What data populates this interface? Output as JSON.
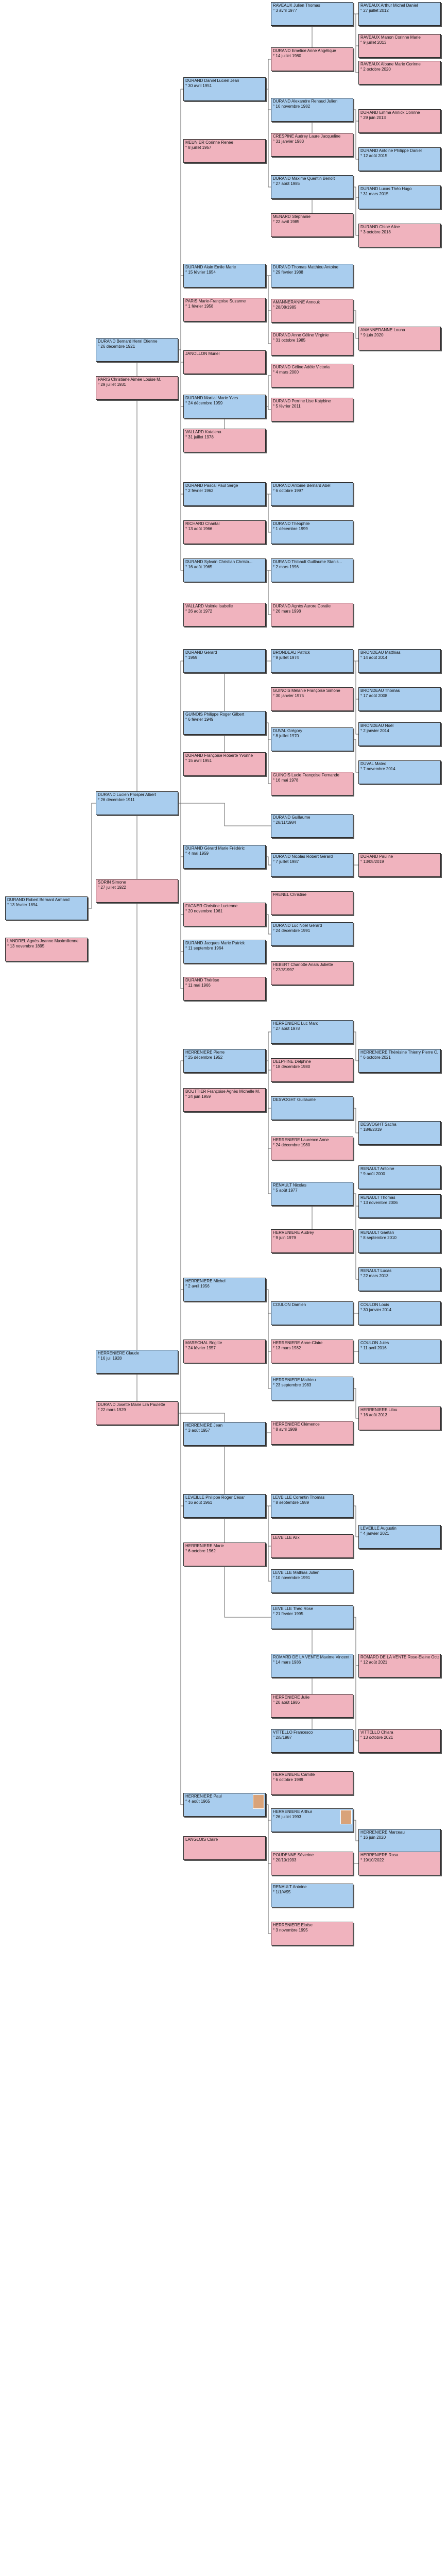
{
  "people": [
    {
      "name": "RAVEAUX Julien Thomas",
      "date": "° 3 avril 1977",
      "sex": "m"
    },
    {
      "name": "RAVEAUX Arthur Michel Daniel",
      "date": "° 27 juillet 2012",
      "sex": "m"
    },
    {
      "name": "DURAND Emelice Anne Angélique",
      "date": "° 14 juillet 1980",
      "sex": "f"
    },
    {
      "name": "RAVEAUX Manon Corinne Marie",
      "date": "° 9 juillet 2013",
      "sex": "f"
    },
    {
      "name": "RAVEAUX Albane Marie Corinne",
      "date": "° 2 octobre 2020",
      "sex": "f"
    },
    {
      "name": "DURAND Daniel Lucien Jean",
      "date": "° 30 avril 1951",
      "sex": "m"
    },
    {
      "name": "DURAND Alexandre Renaud Julien",
      "date": "° 16 novembre 1982",
      "sex": "m"
    },
    {
      "name": "DURAND Emma Annick Corinne",
      "date": "° 29 juin 2013",
      "sex": "f"
    },
    {
      "name": "CRESPINE Audrey Laure Jacqueline",
      "date": "° 31 janvier 1983",
      "sex": "f"
    },
    {
      "name": "DURAND Antoine Philippe Daniel",
      "date": "° 12 août 2015",
      "sex": "m"
    },
    {
      "name": "MEUNIER Corinne Renée",
      "date": "° 8 juillet 1957",
      "sex": "f"
    },
    {
      "name": "DURAND Maxime Quentin Benoît",
      "date": "° 27 août 1985",
      "sex": "m"
    },
    {
      "name": "DURAND Lucas Théo Hugo",
      "date": "° 31 mars 2015",
      "sex": "m"
    },
    {
      "name": "MENARD Stéphanie",
      "date": "° 22 avril 1985",
      "sex": "f"
    },
    {
      "name": "DURAND Chloé Alice",
      "date": "° 3 octobre 2018",
      "sex": "f"
    },
    {
      "name": "DURAND Alain Emile Marie",
      "date": "° 15 février 1954",
      "sex": "m"
    },
    {
      "name": "DURAND Thomas Matthieu Antoine",
      "date": "° 29 février 1988",
      "sex": "m"
    },
    {
      "name": "PARIS Marie-Françoise Suzanne",
      "date": "° 1 février 1958",
      "sex": "f"
    },
    {
      "name": "DURAND Bernard Henri Etienne",
      "date": "° 26 décembre 1921",
      "sex": "m"
    },
    {
      "name": "AMANNERANNE Annouk",
      "date": "° 28/08/1985",
      "sex": "f"
    },
    {
      "name": "AMANNERANNE Louna",
      "date": "° 9 juin 2020",
      "sex": "f"
    },
    {
      "name": "DURAND Anne Céline Virginie",
      "date": "° 31 octobre 1985",
      "sex": "f"
    },
    {
      "name": "JANOLLON Muriel",
      "date": "",
      "sex": "f"
    },
    {
      "name": "DURAND Céline Adèle Victoria",
      "date": "° 4 mars 2000",
      "sex": "f"
    },
    {
      "name": "PARIS Christiane Aimée Louise M.",
      "date": "° 29 juillet 1931",
      "sex": "f"
    },
    {
      "name": "DURAND Martial Marie Yves",
      "date": "° 24 décembre 1959",
      "sex": "m"
    },
    {
      "name": "DURAND Perrine Lise Katybine",
      "date": "° 5 février 2011",
      "sex": "f"
    },
    {
      "name": "VALLARD Katalena",
      "date": "° 31 juillet 1978",
      "sex": "f"
    },
    {
      "name": "DURAND Pascal Paul Serge",
      "date": "° 2 février 1962",
      "sex": "m"
    },
    {
      "name": "DURAND Antoine Bernard Abel",
      "date": "° 6 octobre 1997",
      "sex": "m"
    },
    {
      "name": "RICHARD Chantal",
      "date": "° 13 août 1966",
      "sex": "f"
    },
    {
      "name": "DURAND Théophile",
      "date": "° 1 décembre 1999",
      "sex": "m"
    },
    {
      "name": "DURAND Sylvain Christian Christo...",
      "date": "° 16 août 1965",
      "sex": "m"
    },
    {
      "name": "DURAND Thibault Guillaume Stanis...",
      "date": "° 2 mars 1996",
      "sex": "m"
    },
    {
      "name": "VALLARD Valérie Isabelle",
      "date": "° 26 août 1972",
      "sex": "f"
    },
    {
      "name": "DURAND Agnès Aurore Coralie",
      "date": "° 26 mars 1998",
      "sex": "f"
    },
    {
      "name": "DURAND Gérard",
      "date": "° 1959",
      "sex": "m"
    },
    {
      "name": "BRONDEAU Patrick",
      "date": "° 9 juillet 1974",
      "sex": "m"
    },
    {
      "name": "BRONDEAU Matthias",
      "date": "° 14 août 2014",
      "sex": "m"
    },
    {
      "name": "GUINOIS Mélanie Françoise Simone",
      "date": "° 30 janvier 1975",
      "sex": "f"
    },
    {
      "name": "BRONDEAU Thomas",
      "date": "° 17 août 2008",
      "sex": "m"
    },
    {
      "name": "GUINOIS Philippe Roger Gilbert",
      "date": "° 6 février 1949",
      "sex": "m"
    },
    {
      "name": "BRONDEAU Noël",
      "date": "° 2 janvier 2014",
      "sex": "m"
    },
    {
      "name": "DUVAL Grégory",
      "date": "° 8 juillet 1970",
      "sex": "m"
    },
    {
      "name": "DUVAL Mateo",
      "date": "° 7 novembre 2014",
      "sex": "m"
    },
    {
      "name": "DURAND Françoise Roberte Yvonne",
      "date": "° 15 avril 1951",
      "sex": "f"
    },
    {
      "name": "GUINOIS Lucie Françoise Fernande",
      "date": "° 16 mai 1978",
      "sex": "f"
    },
    {
      "name": "DURAND Lucien Prosper Albert",
      "date": "° 26 décembre 1911",
      "sex": "m"
    },
    {
      "name": "DURAND Guillaume",
      "date": "° 28/11/1984",
      "sex": "m"
    },
    {
      "name": "DURAND Gérard Marie Frédéric",
      "date": "° 4 mai 1959",
      "sex": "m"
    },
    {
      "name": "DURAND Nicolas Robert Gérard",
      "date": "° 7 juillet 1987",
      "sex": "m"
    },
    {
      "name": "DURAND Pauline",
      "date": "° 13/05/2019",
      "sex": "f"
    },
    {
      "name": "SORIN Simone",
      "date": "° 27 juillet 1922",
      "sex": "f"
    },
    {
      "name": "FRENEL Christine",
      "date": "",
      "sex": "f"
    },
    {
      "name": "DURAND Robert Bernard Armand",
      "date": "° 13 février 1894",
      "sex": "m"
    },
    {
      "name": "FAGNER Christine Lucienne",
      "date": "° 20 novembre 1961",
      "sex": "f"
    },
    {
      "name": "DURAND Luc Noël Gérard",
      "date": "° 24 décembre 1991",
      "sex": "m"
    },
    {
      "name": "LANDREL Agnès Jeanne Maximilienne",
      "date": "° 13 novembre 1895",
      "sex": "f"
    },
    {
      "name": "DURAND Jacques Marie Patrick",
      "date": "° 11 septembre 1964",
      "sex": "m"
    },
    {
      "name": "HEBERT Charlotte Anaïs Juliette",
      "date": "° 27/3/1997",
      "sex": "f"
    },
    {
      "name": "DURAND Thérèse",
      "date": "° 11 mai 1966",
      "sex": "f"
    },
    {
      "name": "HERRENIERE Luc Marc",
      "date": "° 27 août 1978",
      "sex": "m"
    },
    {
      "name": "HERRENIERE Pierre",
      "date": "° 25 décembre 1952",
      "sex": "m"
    },
    {
      "name": "HERRENIERE Thérésine Thierry Pierre C.",
      "date": "° 6 octobre 2021",
      "sex": "m"
    },
    {
      "name": "DELPHINE Delphine",
      "date": "° 18 décembre 1980",
      "sex": "f"
    },
    {
      "name": "BOUTTIER Françoise Agnès Michelle M.",
      "date": "° 24 juin 1959",
      "sex": "f"
    },
    {
      "name": "DESVOGHT Guillaume",
      "date": "",
      "sex": "m"
    },
    {
      "name": "DESVOGHT Sacha",
      "date": "° 18/8/2019",
      "sex": "m"
    },
    {
      "name": "HERRENIERE Laurence Anne",
      "date": "° 24 décembre 1980",
      "sex": "f"
    },
    {
      "name": "RENAULT Antoine",
      "date": "° 9 août 2000",
      "sex": "m"
    },
    {
      "name": "RENAULT Nicolas",
      "date": "° 5 août 1977",
      "sex": "m"
    },
    {
      "name": "RENAULT Thomas",
      "date": "° 13 novembre 2006",
      "sex": "m"
    },
    {
      "name": "HERRENIERE Audrey",
      "date": "° 9 juin 1979",
      "sex": "f"
    },
    {
      "name": "RENAULT Gaëtan",
      "date": "° 8 septembre 2010",
      "sex": "m"
    },
    {
      "name": "RENAULT Lucas",
      "date": "° 22 mars 2013",
      "sex": "m"
    },
    {
      "name": "HERRENIERE Michel",
      "date": "° 2 avril 1956",
      "sex": "m"
    },
    {
      "name": "COULON Damien",
      "date": "",
      "sex": "m"
    },
    {
      "name": "COULON Louis",
      "date": "° 30 janvier 2014",
      "sex": "m"
    },
    {
      "name": "MARECHAL Brigitte",
      "date": "° 24 février 1957",
      "sex": "f"
    },
    {
      "name": "HERRENIERE Anne-Claire",
      "date": "° 13 mars 1982",
      "sex": "f"
    },
    {
      "name": "COULON Jules",
      "date": "° 11 avril 2016",
      "sex": "m"
    },
    {
      "name": "HERRENIERE Claude",
      "date": "° 16 juil 1928",
      "sex": "m"
    },
    {
      "name": "HERRENIERE Mathieu",
      "date": "° 23 septembre 1983",
      "sex": "m"
    },
    {
      "name": "HERRENIERE Jean",
      "date": "° 3 août 1957",
      "sex": "m"
    },
    {
      "name": "HERRENIERE Lilou",
      "date": "° 16 août 2013",
      "sex": "f"
    },
    {
      "name": "HERRENIERE Clémence",
      "date": "° 8 avril 1989",
      "sex": "f"
    },
    {
      "name": "DURAND Josette Marie Lila Paulette",
      "date": "° 22 mars 1929",
      "sex": "f"
    },
    {
      "name": "LEVEILLE Philippe Roger César",
      "date": "° 16 août 1961",
      "sex": "m"
    },
    {
      "name": "LEVEILLE Corentin Thomas",
      "date": "° 8 septembre 1989",
      "sex": "m"
    },
    {
      "name": "LEVEILLE Augustin",
      "date": "° 4 janvier 2021",
      "sex": "m"
    },
    {
      "name": "HERRENIERE Marie",
      "date": "° 6 octobre 1962",
      "sex": "f"
    },
    {
      "name": "LEVEILLE Alix",
      "date": "",
      "sex": "f"
    },
    {
      "name": "LEVEILLE Mathias Julien",
      "date": "° 10 novembre 1991",
      "sex": "m"
    },
    {
      "name": "LEVEILLE Théo Rose",
      "date": "° 21 février 1995",
      "sex": "m"
    },
    {
      "name": "ROMARD DE LA VENTE Maxime Vincent Gérard",
      "date": "° 14 mars 1986",
      "sex": "m"
    },
    {
      "name": "ROMARD DE LA VENTE Rose-Elaine Octavie",
      "date": "° 12 août 2021",
      "sex": "f"
    },
    {
      "name": "HERRENIERE Julie",
      "date": "° 20 août 1986",
      "sex": "f"
    },
    {
      "name": "VITTELLO Francesco",
      "date": "° 2/5/1987",
      "sex": "m"
    },
    {
      "name": "VITTELLO Chiara",
      "date": "° 13 octobre 2021",
      "sex": "f"
    },
    {
      "name": "HERRENIERE Camille",
      "date": "° 6 octobre 1989",
      "sex": "f"
    },
    {
      "name": "HERRENIERE Paul",
      "date": "° 4 août 1965",
      "sex": "m"
    },
    {
      "name": "HERRENIERE Arthur",
      "date": "° 26 juillet 1993",
      "sex": "m"
    },
    {
      "name": "HERRENIERE Marceau",
      "date": "° 16 juin 2020",
      "sex": "m"
    },
    {
      "name": "LANGLOIS Claire",
      "date": "",
      "sex": "f"
    },
    {
      "name": "POUDENNE Séverine",
      "date": "° 20/10/1993",
      "sex": "f"
    },
    {
      "name": "HERRENIERE Rosa",
      "date": "° 19/10/2022",
      "sex": "f"
    },
    {
      "name": "RENAULT Antoine",
      "date": "° 1/1/4/95",
      "sex": "m"
    },
    {
      "name": "HERRENIERE Eloïse",
      "date": "° 3 novembre 1995",
      "sex": "f"
    }
  ]
}
